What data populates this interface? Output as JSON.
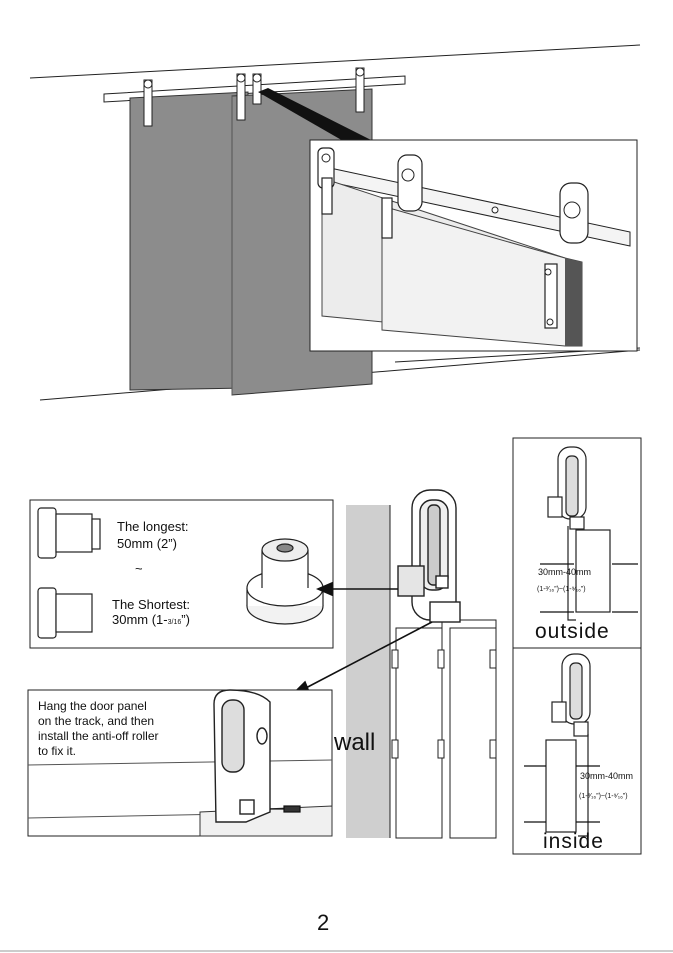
{
  "roller_box": {
    "longest_label": "The longest:",
    "longest_value": "50mm (2”)",
    "tilde": "~",
    "shortest_label": "The Shortest:",
    "shortest_value_main": "30mm  (1-",
    "shortest_value_frac": "3/16",
    "shortest_value_end": "”)"
  },
  "hang_box": {
    "line1": "Hang the door panel",
    "line2": "on the track, and then",
    "line3": "install the anti-off roller",
    "line4": "to fix it."
  },
  "wall_label": "wall",
  "outside_panel": {
    "range": "30mm-40mm",
    "fraction_range": "(1-³⁄₁₆”)~(1-⁹⁄₁₆”)",
    "title": "outside"
  },
  "inside_panel": {
    "range": "30mm-40mm",
    "fraction_range": "(1-³⁄₁₆”)~(1-⁹⁄₁₆”)",
    "title": "inside"
  },
  "page_number": "2",
  "colors": {
    "door_gray": "#8c8c8c",
    "door_light": "#e6e6e6",
    "wall_gray": "#cfcfcf",
    "line": "#111111"
  }
}
